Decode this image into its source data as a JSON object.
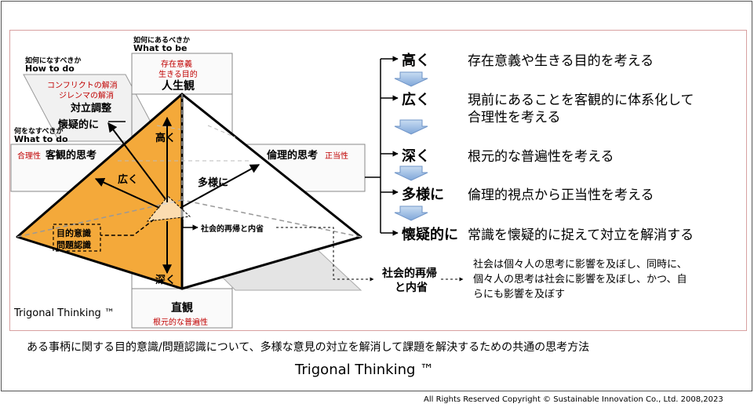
{
  "left_labels": {
    "what_to_be_jp": "如何にあるべきか",
    "what_to_be_en": "What to be",
    "how_to_do_jp": "如何になすべきか",
    "how_to_do_en": "How to do",
    "what_to_do_jp": "何をなすべきか",
    "what_to_do_en": "What to do"
  },
  "top_box": {
    "line1": "存在意義",
    "line2": "生きる目的",
    "title": "人生観"
  },
  "conflict_box": {
    "line1": "コンフリクトの解消",
    "line2": "ジレンマの解消",
    "title": "対立調整"
  },
  "left_box": {
    "tag": "合理性",
    "title": "客観的思考"
  },
  "right_box": {
    "title": "倫理的思考",
    "tag": "正当性"
  },
  "bottom_box": {
    "title": "直観",
    "subtitle": "根元的な普遍性"
  },
  "pyramid": {
    "high": "高く",
    "wide": "広く",
    "deep": "深く",
    "diverse": "多様に",
    "skeptical": "懐疑的に",
    "purpose1": "目的意識",
    "purpose2": "問題認識",
    "social": "社会的再帰と内省"
  },
  "brand_left": "Trigonal Thinking ™",
  "steps": [
    {
      "label": "高く",
      "desc": "存在意義や生きる目的を考える"
    },
    {
      "label": "広く",
      "desc": "現前にあることを客観的に体系化して",
      "desc2": "合理性を考える"
    },
    {
      "label": "深く",
      "desc": "根元的な普遍性を考える"
    },
    {
      "label": "多様に",
      "desc": "倫理的視点から正当性を考える"
    },
    {
      "label": "懐疑的に",
      "desc": "常識を懐疑的に捉えて対立を解消する"
    }
  ],
  "social_reflex": {
    "title1": "社会的再帰",
    "title2": "と内省",
    "desc1": "社会は個々人の思考に影響を及ぼし、同時に、",
    "desc2": "個々人の思考は社会に影響を及ぼし、かつ、自",
    "desc3": "らにも影響を及ぼす"
  },
  "caption": "ある事柄に関する目的意識/問題認識について、多様な意見の対立を解消して課題を解決するための共通の思考方法",
  "caption_title": "Trigonal Thinking ™",
  "copyright": "All Rights Reserved Copyright © Sustainable Innovation Co., Ltd.  2008,2023",
  "colors": {
    "orange": "#f4a93a",
    "arrow_blue": "#8db4e2",
    "red": "#c00000"
  }
}
